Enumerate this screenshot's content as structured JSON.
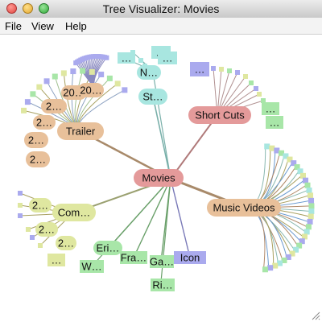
{
  "window": {
    "title": "Tree Visualizer: Movies"
  },
  "menu": {
    "file": "File",
    "view": "View",
    "help": "Help"
  },
  "tree": {
    "root": "Movies",
    "colors": {
      "root_fill": "#e49a9a",
      "orange_fill": "#e8c09a",
      "yellow_fill": "#dfe7a0",
      "green_fill": "#a8e6a8",
      "cyan_fill": "#a8e6e0",
      "purple_fill": "#aaaaee",
      "pink_fill": "#e49a9a"
    },
    "branches": [
      {
        "label": "Trailer",
        "color": "orange"
      },
      {
        "label": "Short Cuts",
        "color": "pink"
      },
      {
        "label": "Music Videos",
        "color": "orange"
      },
      {
        "label": "Com…",
        "color": "yellow"
      },
      {
        "label": "Icon",
        "color": "purple"
      }
    ],
    "labels": {
      "n": "N…",
      "st": "St…",
      "top_dots_a": "…",
      "top_dots_b": "…",
      "top_dots_c": "…",
      "sc_dots_a": "…",
      "sc_dots_b": "…",
      "sc_dots_c": "…",
      "tr_20": "20…",
      "tr_20b": "20…",
      "tr_2a": "2…",
      "tr_2b": "2…",
      "tr_2c": "2…",
      "tr_2d": "2…",
      "com_2a": "2…",
      "com_2b": "2…",
      "com_2c": "2…",
      "com_dots": "…",
      "eri": "Eri…",
      "w": "W…",
      "fra": "Fra…",
      "ga": "Ga…",
      "ri": "Ri…"
    }
  }
}
